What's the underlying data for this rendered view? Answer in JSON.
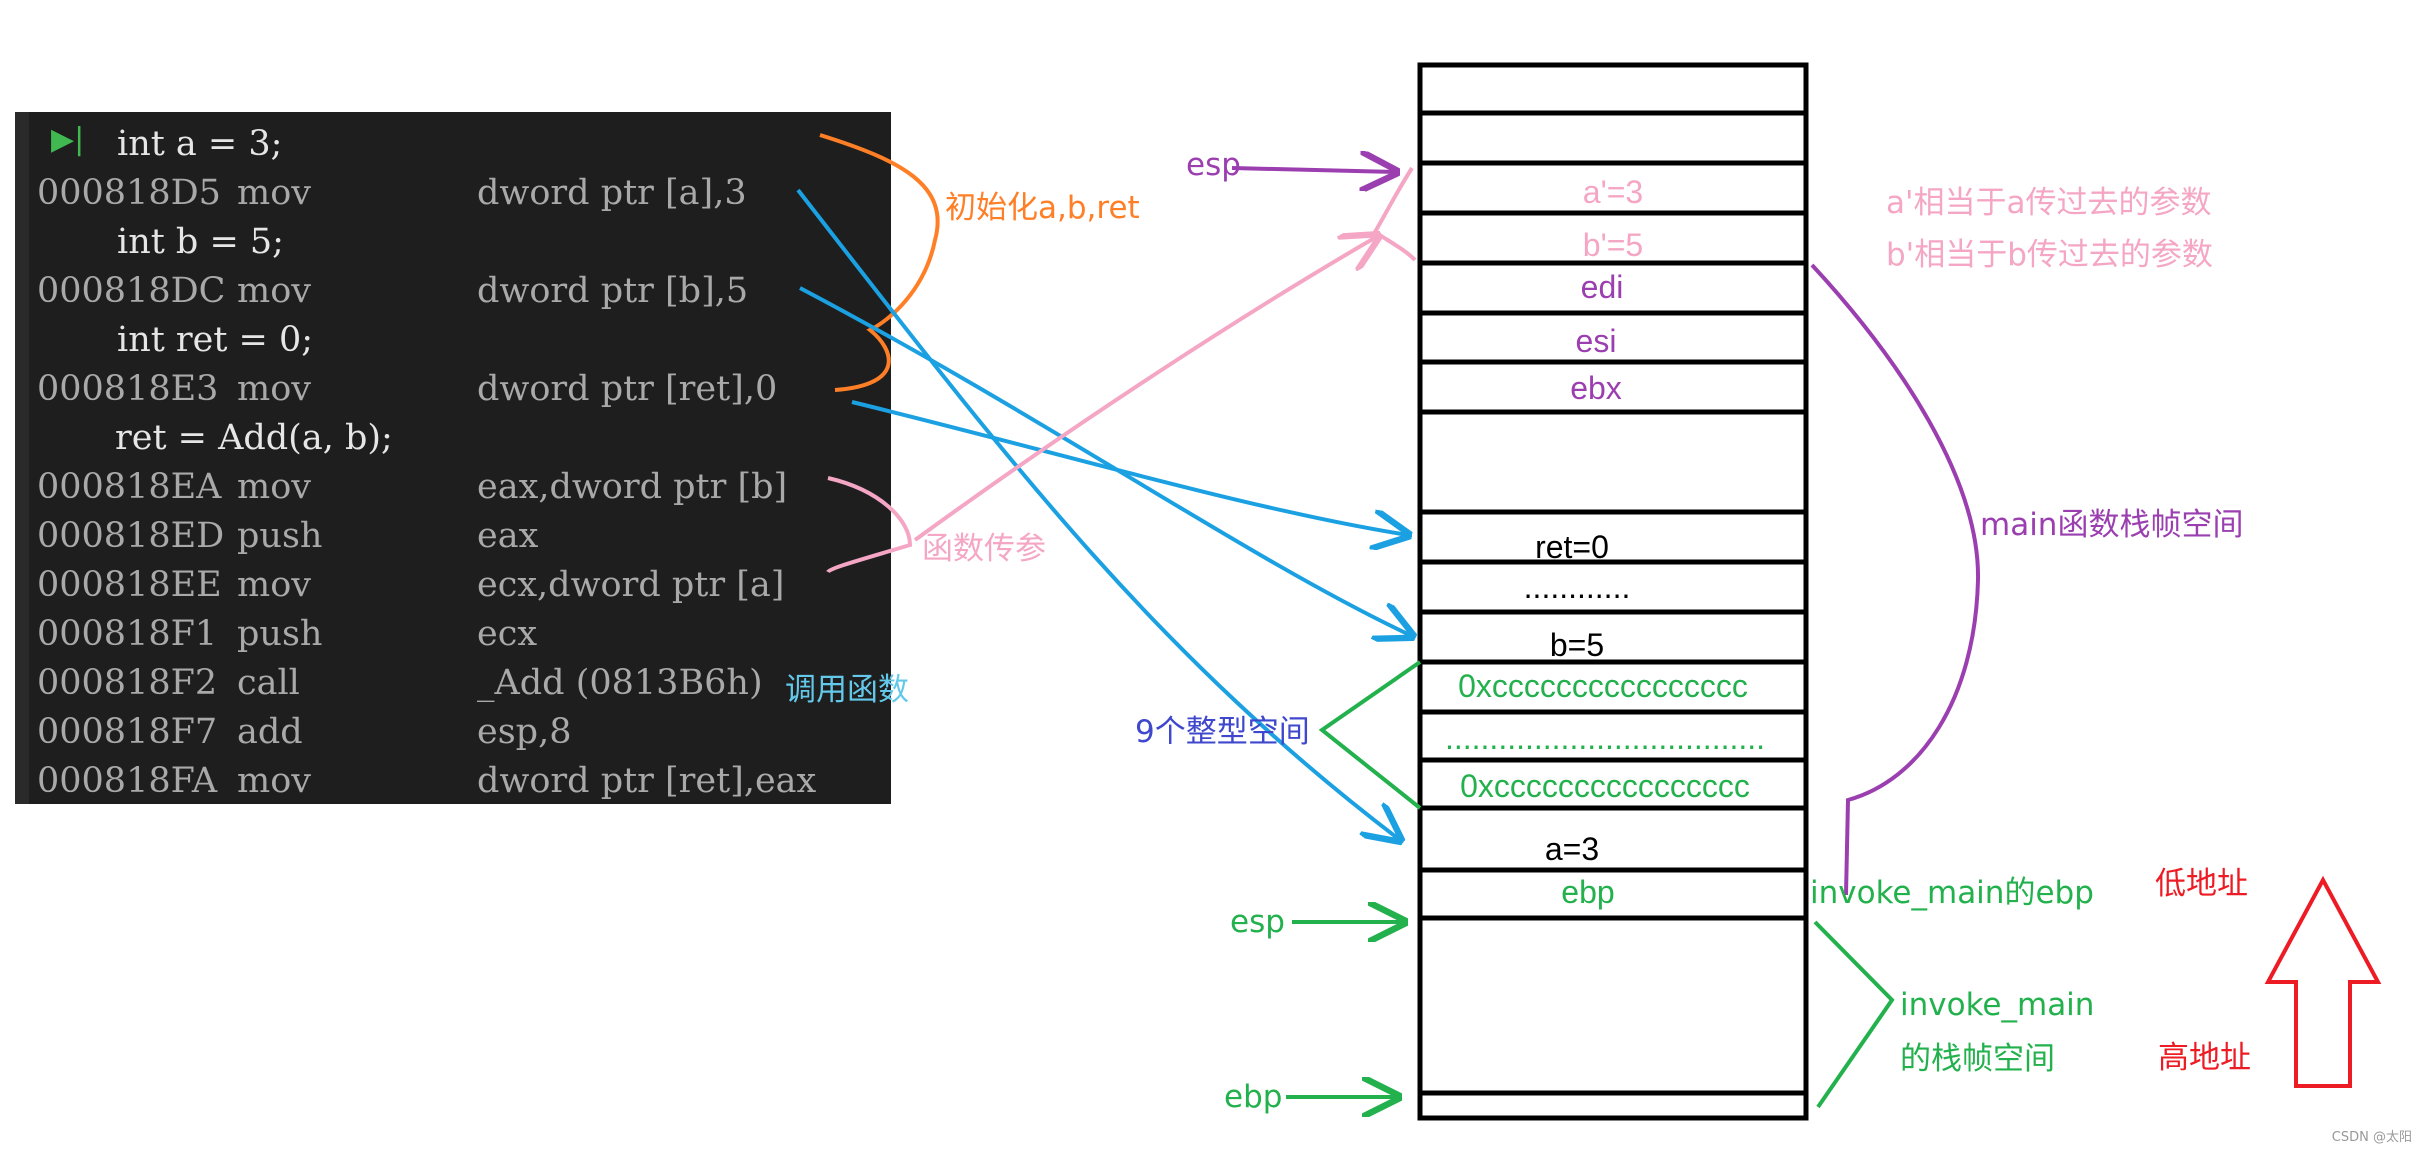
{
  "code_panel": {
    "lines": [
      {
        "kind": "src",
        "text": "int a = 3;"
      },
      {
        "kind": "asm",
        "addr": "000818D5",
        "op": "mov",
        "args": "dword ptr [a],3"
      },
      {
        "kind": "src",
        "text": "int b = 5;"
      },
      {
        "kind": "asm",
        "addr": "000818DC",
        "op": "mov",
        "args": "dword ptr [b],5"
      },
      {
        "kind": "src",
        "text": "int ret = 0;"
      },
      {
        "kind": "asm",
        "addr": "000818E3",
        "op": "mov",
        "args": "dword ptr [ret],0"
      },
      {
        "kind": "src",
        "text": "ret = Add(a, b);"
      },
      {
        "kind": "asm",
        "addr": "000818EA",
        "op": "mov",
        "args": "eax,dword ptr [b]"
      },
      {
        "kind": "asm",
        "addr": "000818ED",
        "op": "push",
        "args": "eax"
      },
      {
        "kind": "asm",
        "addr": "000818EE",
        "op": "mov",
        "args": "ecx,dword ptr [a]"
      },
      {
        "kind": "asm",
        "addr": "000818F1",
        "op": "push",
        "args": "ecx"
      },
      {
        "kind": "asm",
        "addr": "000818F2",
        "op": "call",
        "args": "_Add (0813B6h)"
      },
      {
        "kind": "asm",
        "addr": "000818F7",
        "op": "add",
        "args": "esp,8"
      },
      {
        "kind": "asm",
        "addr": "000818FA",
        "op": "mov",
        "args": "dword ptr [ret],eax"
      }
    ]
  },
  "stack_cells": [
    {
      "label": "",
      "color": "#000000"
    },
    {
      "label": "",
      "color": "#000000"
    },
    {
      "label": "a'=3",
      "color": "#f4a6c4"
    },
    {
      "label": "b'=5",
      "color": "#f4a6c4"
    },
    {
      "label": "edi",
      "color": "#9b3fb0"
    },
    {
      "label": "esi",
      "color": "#9b3fb0"
    },
    {
      "label": "ebx",
      "color": "#9b3fb0"
    },
    {
      "label": "",
      "color": "#000000"
    },
    {
      "label": "ret=0",
      "color": "#000000"
    },
    {
      "label": "............",
      "color": "#000000"
    },
    {
      "label": "b=5",
      "color": "#000000"
    },
    {
      "label": "0xcccccccccccccccc",
      "color": "#22b14c"
    },
    {
      "label": "....................................",
      "color": "#22b14c"
    },
    {
      "label": "0xcccccccccccccccc",
      "color": "#22b14c"
    },
    {
      "label": "a=3",
      "color": "#000000"
    },
    {
      "label": "ebp",
      "color": "#22b14c"
    },
    {
      "label": "",
      "color": "#000000"
    }
  ],
  "annotations": {
    "init_abret": "初始化a,b,ret",
    "pass_params": "函数传参",
    "call_function": "调用函数",
    "nine_int_space": "9个整型空间",
    "esp_top": "esp",
    "esp_mid": "esp",
    "ebp_bottom": "ebp",
    "a_prime_note": "a'相当于a传过去的参数",
    "b_prime_note": "b'相当于b传过去的参数",
    "main_frame": "main函数栈帧空间",
    "invoke_main_ebp": "invoke_main的ebp",
    "invoke_main_line1": "invoke_main",
    "invoke_main_line2": "的栈帧空间",
    "low_address": "低地址",
    "high_address": "高地址"
  },
  "footer": "CSDN @太阳",
  "colors": {
    "orange": "#ff7f27",
    "blue": "#1ba1e2",
    "pink": "#f4a6c4",
    "purple": "#9b3fb0",
    "green": "#22b14c",
    "red": "#ed1c24",
    "indigo": "#3f48cc",
    "lightblue": "#64c8ea"
  }
}
